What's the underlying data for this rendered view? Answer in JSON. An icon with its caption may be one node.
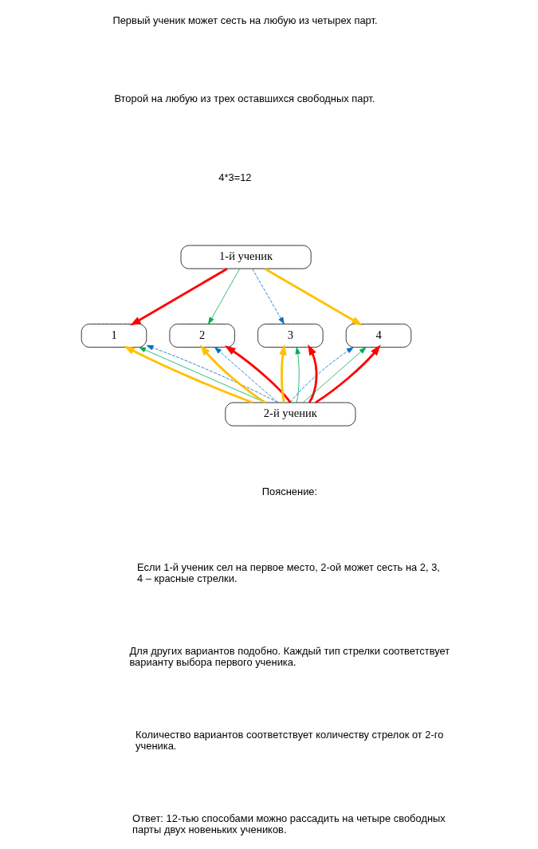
{
  "diagram": {
    "nodes": [
      {
        "text": [
          "1-й ученик"
        ]
      },
      {
        "text": [
          "1"
        ]
      },
      {
        "text": [
          "2"
        ]
      },
      {
        "text": [
          "3"
        ]
      },
      {
        "text": [
          "4"
        ]
      },
      {
        "text": [
          "2-й ученик"
        ]
      }
    ],
    "edges": [
      {
        "from": 0,
        "to": 1,
        "arrow": "to",
        "style": "thick",
        "color": "#ff0000"
      },
      {
        "from": 0,
        "to": 2,
        "arrow": "to",
        "color": "#00b050"
      },
      {
        "from": 0,
        "to": 3,
        "arrow": "to",
        "style": "dashed",
        "color": "#0070c0"
      },
      {
        "from": 0,
        "to": 4,
        "arrow": "to",
        "style": "thick",
        "color": "#ffc000"
      },
      {
        "from": 5,
        "to": 1,
        "arrow": "to",
        "style": "thick",
        "color": "#ffc000"
      },
      {
        "from": 5,
        "to": 1,
        "arrow": "to",
        "color": "#00b050"
      },
      {
        "from": 5,
        "to": 1,
        "arrow": "to",
        "style": "dashed",
        "color": "#0070c0"
      },
      {
        "from": 5,
        "to": 2,
        "arrow": "to",
        "style": "thick",
        "color": "#ffc000"
      },
      {
        "from": 5,
        "to": 2,
        "arrow": "to",
        "style": "dashed",
        "color": "#0070c0"
      },
      {
        "from": 5,
        "to": 2,
        "arrow": "to",
        "style": "thick",
        "color": "#ff0000"
      },
      {
        "from": 5,
        "to": 3,
        "arrow": "to",
        "style": "thick",
        "color": "#ffc000"
      },
      {
        "from": 5,
        "to": 3,
        "arrow": "to",
        "color": "#00b050"
      },
      {
        "from": 5,
        "to": 3,
        "arrow": "to",
        "style": "thick",
        "color": "#ff0000"
      },
      {
        "from": 5,
        "to": 4,
        "arrow": "to",
        "style": "dashed",
        "color": "#0070c0"
      },
      {
        "from": 5,
        "to": 4,
        "arrow": "to",
        "color": "#00b050"
      },
      {
        "from": 5,
        "to": 4,
        "arrow": "to",
        "style": "thick",
        "color": "#ff0000"
      }
    ],
    "labels": [
      "Первый ученик может сесть на любую из четырех парт.",
      "Второй на любую из трех оставшихся свободных парт.",
      "4*3=12",
      "Пояснение:",
      "Если 1-й ученик сел на первое место, 2-ой может сесть на 2, 3, 4 – красные стрелки.",
      "Для других вариантов подобно. Каждый тип стрелки соответствует варианту выбора первого ученика.",
      "Количество вариантов соответствует количеству стрелок от 2-го ученика.",
      "Ответ: 12-тью способами можно рассадить на четыре свободных парты двух новеньких учеников."
    ]
  }
}
